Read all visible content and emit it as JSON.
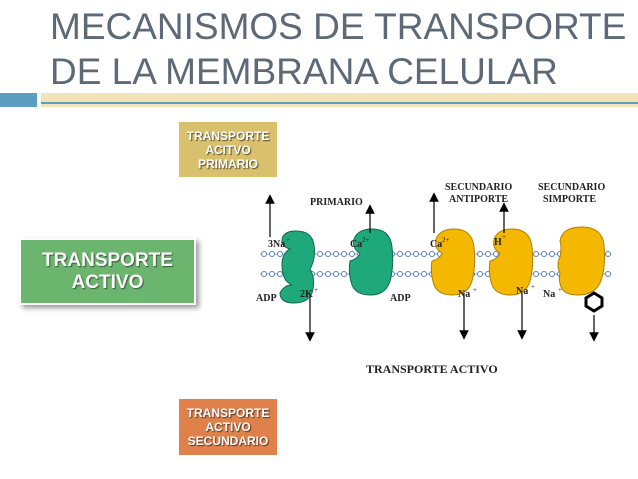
{
  "slide": {
    "title_line1": "MECANISMOS DE TRANSPORTE",
    "title_line2": "DE LA MEMBRANA CELULAR"
  },
  "boxes": {
    "primary_label": "TRANSPORTE ACITVO PRIMARIO",
    "active_label": "TRANSPORTE ACTIVO",
    "secondary_label": "TRANSPORTE ACTIVO SECUNDARIO"
  },
  "diagram": {
    "label_primario": "PRIMARIO",
    "label_sec_antiporte_1": "SECUNDARIO",
    "label_sec_antiporte_2": "ANTIPORTE",
    "label_sec_simporte_1": "SECUNDARIO",
    "label_sec_simporte_2": "SIMPORTE",
    "ion_3na": "3Na",
    "ion_2k": "2K",
    "ion_ca_1": "Ca",
    "ion_ca_2": "Ca",
    "ion_h": "H",
    "ion_na_1": "Na",
    "ion_na_2": "Na",
    "ion_na_3": "Na",
    "adp_1": "ADP",
    "adp_2": "ADP",
    "caption": "TRANSPORTE ACTIVO"
  },
  "colors": {
    "title": "#5d6976",
    "accent_blue": "#5a9fc2",
    "accent_beige": "#f3e2b6",
    "primary_box": "#d9c06c",
    "active_box": "#6bb56e",
    "secondary_box": "#e0804a",
    "pump_green": "#1fa97a",
    "pump_yellow": "#f4b800",
    "membrane": "#7b9fd6"
  }
}
